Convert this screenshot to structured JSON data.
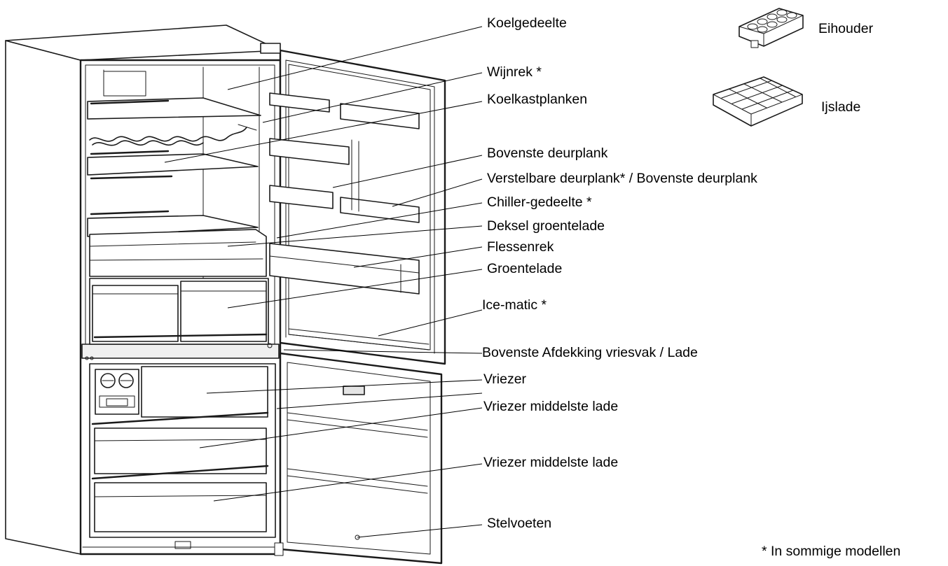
{
  "labels": [
    {
      "id": "koelgedeelte",
      "text": "Koelgedeelte"
    },
    {
      "id": "wijnrek",
      "text": "Wijnrek *"
    },
    {
      "id": "koelkastplanken",
      "text": "Koelkastplanken"
    },
    {
      "id": "bovenste-deurplank",
      "text": "Bovenste deurplank"
    },
    {
      "id": "verstelbare-deurplank",
      "text": "Verstelbare deurplank* / Bovenste deurplank"
    },
    {
      "id": "chiller-gedeelte",
      "text": "Chiller-gedeelte *"
    },
    {
      "id": "deksel-groentelade",
      "text": "Deksel groentelade"
    },
    {
      "id": "flessenrek",
      "text": "Flessenrek"
    },
    {
      "id": "groentelade",
      "text": "Groentelade"
    },
    {
      "id": "ice-matic",
      "text": "Ice-matic *"
    },
    {
      "id": "bovenste-afdekking",
      "text": "Bovenste Afdekking vriesvak / Lade"
    },
    {
      "id": "vriezer",
      "text": "Vriezer"
    },
    {
      "id": "vriezer-middelste-lade-1",
      "text": "Vriezer middelste lade"
    },
    {
      "id": "vriezer-middelste-lade-2",
      "text": "Vriezer middelste lade"
    },
    {
      "id": "stelvoeten",
      "text": "Stelvoeten"
    }
  ],
  "accessories": [
    {
      "id": "eihouder",
      "text": "Eihouder",
      "icon": "egg-holder-icon"
    },
    {
      "id": "ijslade",
      "text": "Ijslade",
      "icon": "ice-tray-icon"
    }
  ],
  "footnote": "* In sommige modellen"
}
